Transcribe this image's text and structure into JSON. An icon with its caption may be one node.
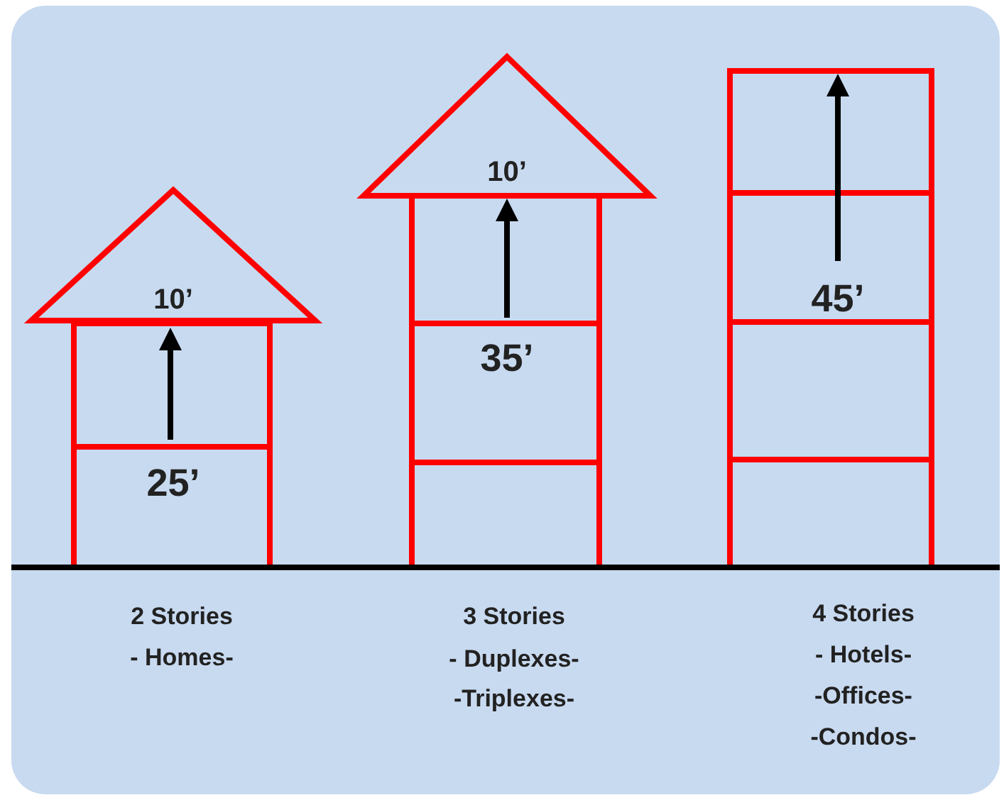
{
  "diagram": {
    "labels": [
      "10’",
      "25’",
      "10’",
      "35’",
      "45’",
      "2 Stories",
      "- Homes-",
      "3 Stories",
      "- Duplexes-",
      "-Triplexes-",
      "4 Stories",
      "- Hotels-",
      "-Offices-",
      "-Condos-"
    ]
  }
}
